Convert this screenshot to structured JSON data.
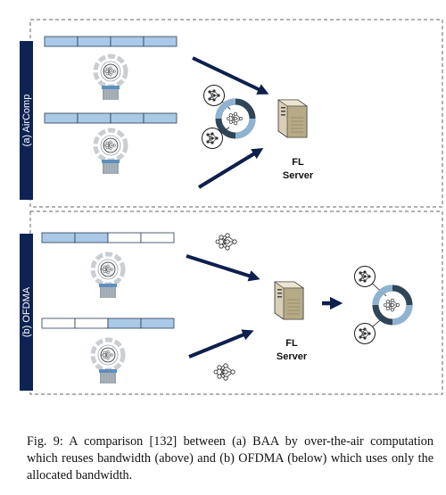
{
  "panels": {
    "top": {
      "label": "(a) AirComp",
      "server_line1": "FL",
      "server_line2": "Server"
    },
    "bottom": {
      "label": "(b) OFDMA",
      "server_line1": "FL",
      "server_line2": "Server"
    }
  },
  "caption": {
    "text": "Fig. 9: A comparison [132] between (a) BAA by over-the-air computation which reuses bandwidth (above) and (b) OFDMA (below) which uses only the allocated bandwidth."
  },
  "colors": {
    "band_filled": "#a9c9e6",
    "band_empty": "#ffffff",
    "band_border": "#2a3a55",
    "arrow": "#0d1f4d",
    "side_bar": "#0d2353",
    "ring_dark": "#2f4659",
    "ring_light": "#8fb3d1",
    "device_ring": "#c9ced3"
  },
  "icons": [
    "bandwidth-bar",
    "iot-device-icon",
    "neural-network-icon",
    "aggregation-ring-icon",
    "server-icon",
    "arrow-icon"
  ]
}
